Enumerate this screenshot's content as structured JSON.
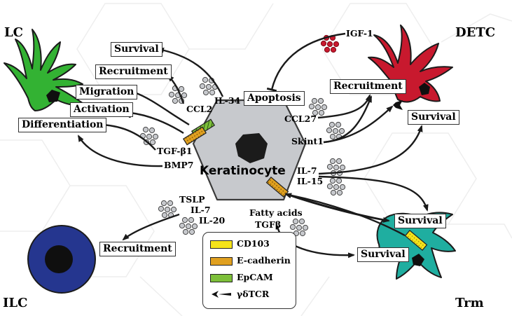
{
  "cells": {
    "lc": "LC",
    "detc": "DETC",
    "ilc": "ILC",
    "trm": "Trm",
    "keratinocyte": "Keratinocyte"
  },
  "effects": {
    "survival_lc": "Survival",
    "recruitment_lc": "Recruitment",
    "migration": "Migration",
    "activation": "Activation",
    "differentiation": "Differentiation",
    "apoptosis": "Apoptosis",
    "recruitment_detc": "Recruitment",
    "survival_detc": "Survival",
    "recruitment_ilc": "Recruitment",
    "survival_trm_upper": "Survival",
    "survival_trm_lower": "Survival"
  },
  "mediators": {
    "il34": "IL-34",
    "ccl2": "CCL2",
    "tgfb1": "TGF-β1",
    "bmp7": "BMP7",
    "igf1": "IGF-1",
    "ccl27": "CCL27",
    "skint1": "Skint1",
    "il7_right": "IL-7",
    "il15": "IL-15",
    "tslp": "TSLP",
    "il7_left": "IL-7",
    "il20": "IL-20",
    "fatty_acids": "Fatty acids",
    "tgfb": "TGFβ"
  },
  "legend": {
    "items": [
      {
        "label": "CD103",
        "color": "#f5e31a"
      },
      {
        "label": "E-cadherin",
        "color": "#e0a020"
      },
      {
        "label": "EpCAM",
        "color": "#7dbf3a"
      },
      {
        "label": "γδTCR",
        "color": "#111111"
      }
    ]
  },
  "colors": {
    "lc": "#33b233",
    "detc": "#c8192e",
    "ilc": "#25368f",
    "trm": "#1faea0",
    "keratinocyte": "#c7c9cd",
    "vesicle": "#c7c9cd",
    "igf1_vesicle": "#c8192e"
  }
}
